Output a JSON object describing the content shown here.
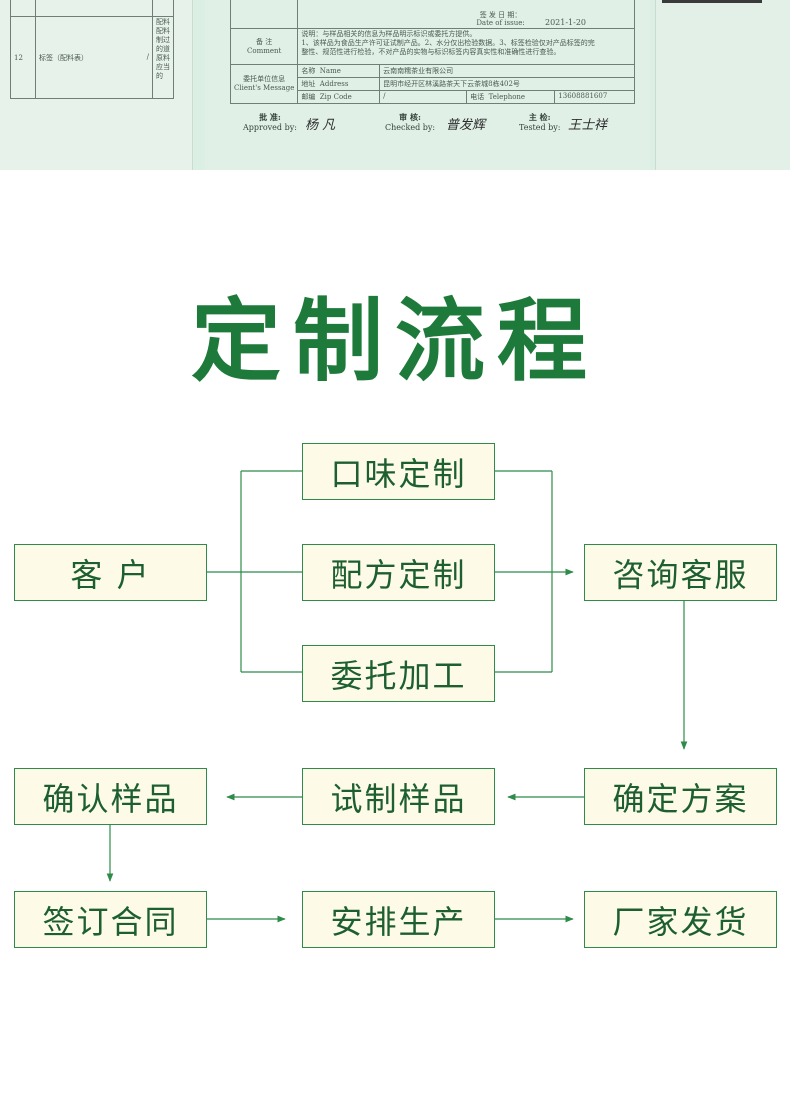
{
  "certificate": {
    "left_table": {
      "row_no": "12",
      "item": "标签（配料表）",
      "value": "/",
      "notes": [
        "配料",
        "配料",
        "制过",
        "的道",
        "原料",
        "应当",
        "的"
      ]
    },
    "date_label_cn": "签 发 日 期：",
    "date_label_en": "Date of issue:",
    "date_value": "2021-1-20",
    "comment_label_cn": "备 注",
    "comment_label_en": "Comment",
    "comment_lines": [
      "说明：与样品相关的信息为样品明示标识或委托方提供。",
      "1、该样品为食品生产许可证试制产品。2、水分仅出检验数据。3、标签检验仅对产品标签的完",
      "整性、规范性进行检验，不对产品的实物与标识标签内容真实性和准确性进行查验。"
    ],
    "client_label_cn": "委托单位信息",
    "client_label_en": "Client's Message",
    "name_label_cn": "名称",
    "name_label_en": "Name",
    "name_value": "云南南糯茶业有限公司",
    "address_label_cn": "地址",
    "address_label_en": "Address",
    "address_value": "昆明市经开区林溪路茶天下云茶城8栋402号",
    "zip_label_cn": "邮编",
    "zip_label_en": "Zip Code",
    "zip_value": "/",
    "tel_label_cn": "电话",
    "tel_label_en": "Telephone",
    "tel_value": "13608881607",
    "approved_cn": "批 准:",
    "approved_en": "Approved by:",
    "approved_sign": "杨 凡",
    "checked_cn": "审 核:",
    "checked_en": "Checked by:",
    "checked_sign": "普发辉",
    "tested_cn": "主 检:",
    "tested_en": "Tested by:",
    "tested_sign": "王士祥"
  },
  "title": "定制流程",
  "flow": {
    "customer": "客 户",
    "taste_custom": "口味定制",
    "formula_custom": "配方定制",
    "oem": "委托加工",
    "consult_service": "咨询客服",
    "confirm_plan": "确定方案",
    "trial_sample": "试制样品",
    "confirm_sample": "确认样品",
    "sign_contract": "签订合同",
    "arrange_production": "安排生产",
    "factory_ship": "厂家发货"
  },
  "colors": {
    "title": "#1e7a3a",
    "box_fill": "#fdfbe8",
    "box_border": "#2e8b4a",
    "box_text": "#1e5f30",
    "connector": "#2e8b4a"
  }
}
